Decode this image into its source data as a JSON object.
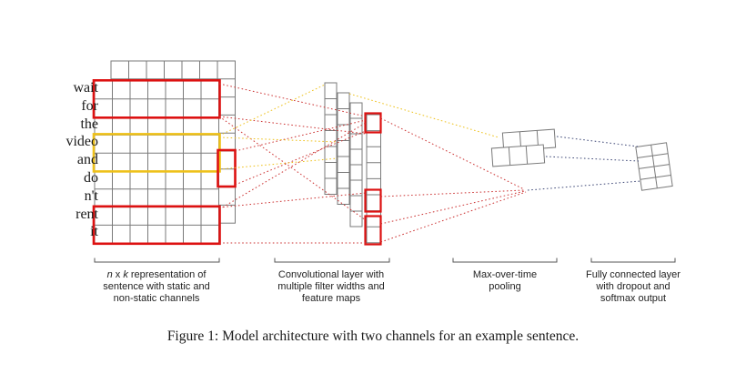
{
  "figure": {
    "caption": "Figure 1: Model architecture with two channels for an example sentence."
  },
  "sentence": {
    "words": [
      "wait",
      "for",
      "the",
      "video",
      "and",
      "do",
      "n't",
      "rent",
      "it"
    ]
  },
  "stages": {
    "s1": {
      "l1a": "n",
      "l1b": " x ",
      "l1c": "k",
      "l1d": " representation of",
      "l2": "sentence with static and",
      "l3": "non-static channels"
    },
    "s2": {
      "l1": "Convolutional layer with",
      "l2": "multiple filter widths and",
      "l3": "feature maps"
    },
    "s3": {
      "l1": "Max-over-time",
      "l2": "pooling"
    },
    "s4": {
      "l1": "Fully connected layer",
      "l2": "with dropout and",
      "l3": "softmax output"
    }
  },
  "colors": {
    "filter_red": "#dd1111",
    "filter_yellow": "#eec11a",
    "line_red": "#cc3333",
    "line_yellow": "#eec11a",
    "line_navy": "#404a78",
    "grid_stroke": "#7a7a7a",
    "text": "#1a1a1a"
  }
}
